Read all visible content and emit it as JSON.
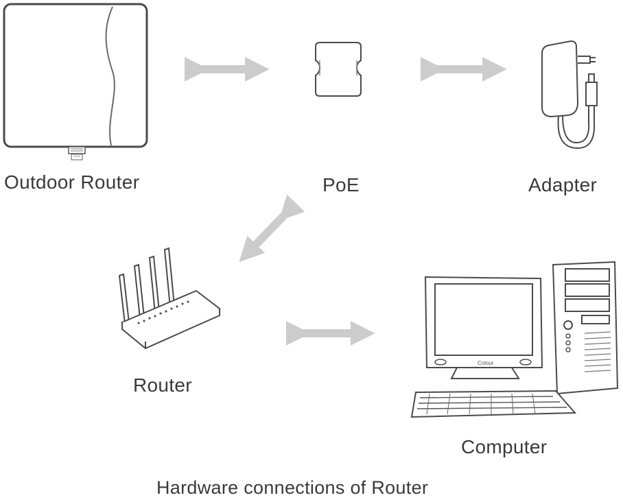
{
  "diagram": {
    "caption": "Hardware connections of Router",
    "nodes": {
      "outdoor_router": {
        "label": "Outdoor Router",
        "icon": "outdoor-router-icon"
      },
      "poe": {
        "label": "PoE",
        "icon": "poe-injector-icon"
      },
      "adapter": {
        "label": "Adapter",
        "icon": "power-adapter-icon"
      },
      "router": {
        "label": "Router",
        "icon": "wireless-router-icon"
      },
      "computer": {
        "label": "Computer",
        "icon": "desktop-computer-icon",
        "monitor_brand": "Colour"
      }
    },
    "connections": [
      {
        "from": "Outdoor Router",
        "to": "PoE",
        "type": "bidirectional"
      },
      {
        "from": "PoE",
        "to": "Adapter",
        "type": "bidirectional"
      },
      {
        "from": "PoE",
        "to": "Router",
        "type": "bidirectional"
      },
      {
        "from": "Router",
        "to": "Computer",
        "type": "bidirectional"
      }
    ],
    "colors": {
      "arrow": "#cccccc",
      "outline": "#4a4a4a",
      "text": "#3a3a3a"
    }
  }
}
